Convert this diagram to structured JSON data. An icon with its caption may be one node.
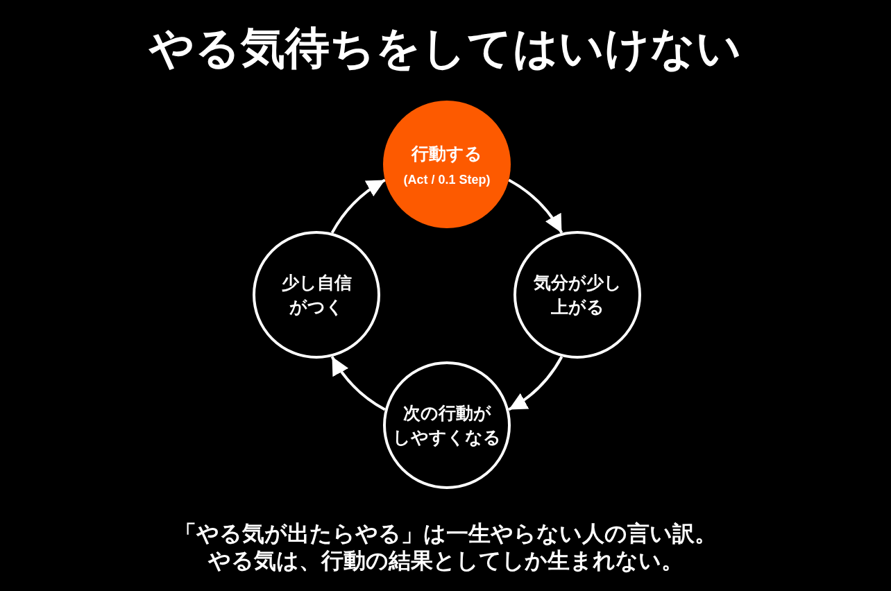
{
  "diagram": {
    "title": "やる気待ちをしてはいけない",
    "nodes": [
      {
        "text": [
          "行動する",
          "(Act / 0.1 Step)"
        ]
      },
      {
        "text": [
          "気分が少し上がる"
        ]
      },
      {
        "text": [
          "次の行動がしやすくなる"
        ]
      },
      {
        "text": [
          "少し自信がつく"
        ]
      }
    ],
    "edges": [
      {
        "from": 0,
        "to": 1,
        "arrow": "to"
      },
      {
        "from": 1,
        "to": 2,
        "arrow": "to"
      },
      {
        "from": 2,
        "to": 3,
        "arrow": "to"
      },
      {
        "from": 3,
        "to": 0,
        "arrow": "to"
      }
    ],
    "caption": "「やる気が出たらやる」は一生やらない人の言い訳。やる気は、行動の結果としてしか生まれない。"
  }
}
